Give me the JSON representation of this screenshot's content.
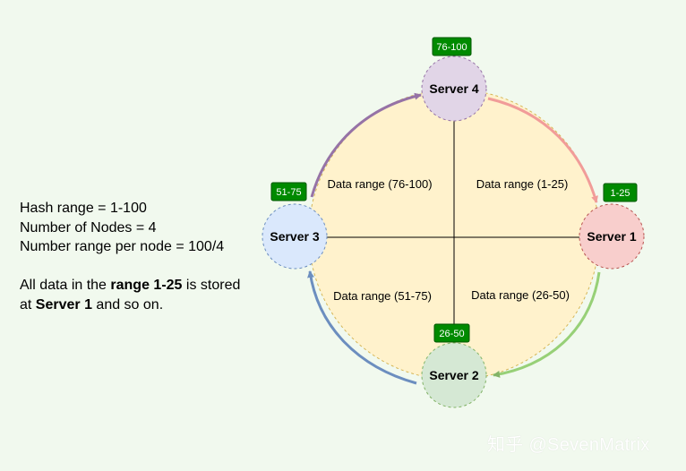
{
  "info": {
    "line1": "Hash range = 1-100",
    "line2": "Number of Nodes = 4",
    "line3": "Number range per node = 100/4",
    "line4_pre": "All data in the ",
    "line4_bold": "range 1-25",
    "line4_post": " is stored",
    "line5_pre": "at ",
    "line5_bold": "Server 1",
    "line5_post": " and so on."
  },
  "servers": [
    {
      "name": "Server 1",
      "range": "1-25",
      "color": "#f8cecc"
    },
    {
      "name": "Server 2",
      "range": "26-50",
      "color": "#d5e8d4"
    },
    {
      "name": "Server 3",
      "range": "51-75",
      "color": "#dae8fc"
    },
    {
      "name": "Server 4",
      "range": "76-100",
      "color": "#e1d5e7"
    }
  ],
  "data_ranges": {
    "top_left": "Data range (76-100)",
    "top_right": "Data range (1-25)",
    "bottom_left": "Data range (51-75)",
    "bottom_right": "Data range (26-50)"
  },
  "colors": {
    "ring_fill": "#fff2cc",
    "badge": "#008a00",
    "arrow_red": "#f19c99",
    "arrow_green": "#97d077",
    "arrow_blue": "#6c8ebf",
    "arrow_purple": "#9673a6"
  },
  "watermark": "知乎 @SevenMatrix"
}
